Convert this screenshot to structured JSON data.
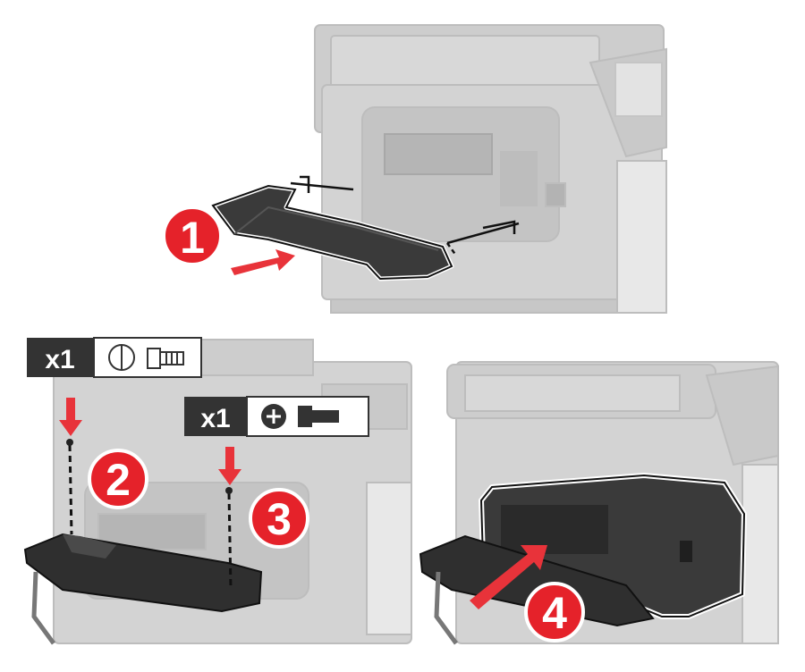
{
  "colors": {
    "step_red": "#e5222a",
    "arrow_red": "#e8333a",
    "machine_gray": "#cfcfcf",
    "machine_dark": "#b9b9b9",
    "part_dark": "#3a3a3a",
    "badge_dark": "#333333"
  },
  "steps": [
    {
      "number": "1"
    },
    {
      "number": "2"
    },
    {
      "number": "3"
    },
    {
      "number": "4"
    }
  ],
  "screw_callouts": [
    {
      "quantity": "x1",
      "screw_icon": "flat-slot-screw-outline-icon"
    },
    {
      "quantity": "x1",
      "screw_icon": "phillips-screw-solid-icon"
    }
  ]
}
